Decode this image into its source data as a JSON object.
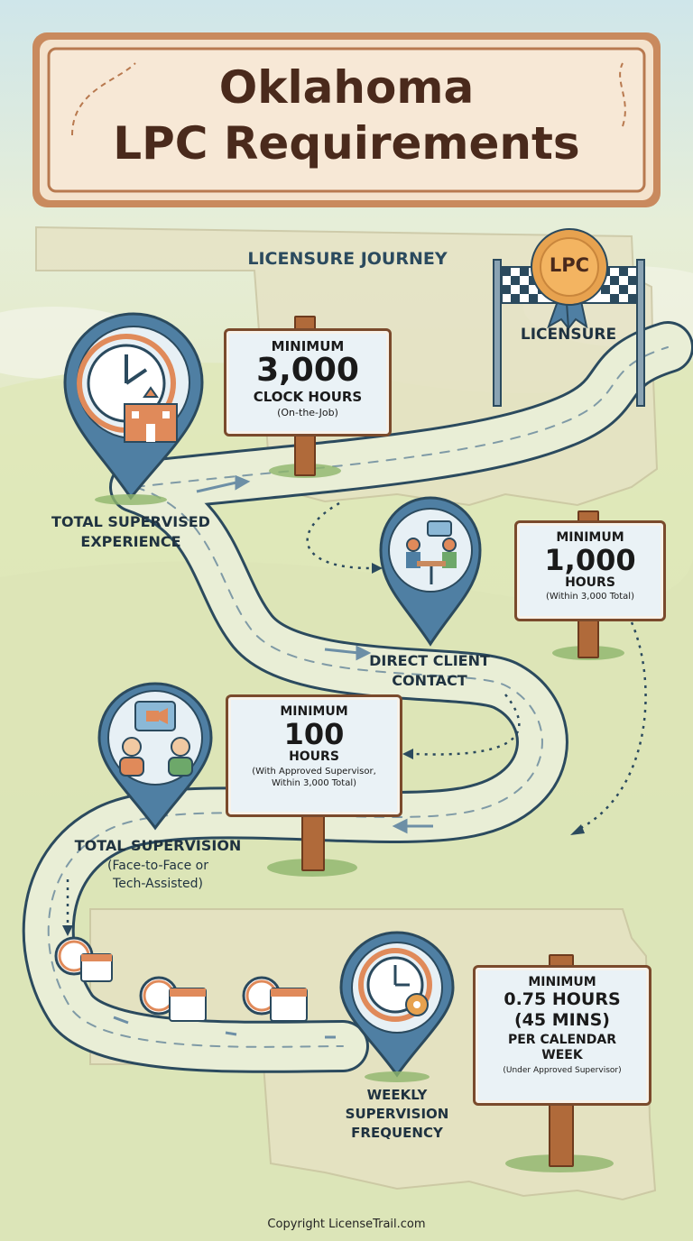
{
  "title": {
    "line1": "Oklahoma",
    "line2": "LPC Requirements"
  },
  "journey_label": "LICENSURE JOURNEY",
  "finish": {
    "badge": "LPC",
    "label": "LICENSURE"
  },
  "steps": [
    {
      "label": "TOTAL SUPERVISED\nEXPERIENCE",
      "sign": {
        "top": "MINIMUM",
        "number": "3,000",
        "unit": "CLOCK HOURS",
        "note": "(On-the-Job)"
      }
    },
    {
      "label": "DIRECT CLIENT\nCONTACT",
      "sign": {
        "top": "MINIMUM",
        "number": "1,000",
        "unit": "HOURS",
        "note": "(Within 3,000 Total)"
      }
    },
    {
      "label": "TOTAL SUPERVISION",
      "sublabel": "(Face-to-Face or\nTech-Assisted)",
      "sign": {
        "top": "MINIMUM",
        "number": "100",
        "unit": "HOURS",
        "note": "(With Approved Supervisor,\nWithin 3,000 Total)"
      }
    },
    {
      "label": "WEEKLY\nSUPERVISION\nFREQUENCY",
      "sign": {
        "top": "MINIMUM",
        "number": "0.75 HOURS\n(45 MINS)",
        "unit": "PER CALENDAR\nWEEK",
        "note": "(Under Approved Supervisor)"
      }
    }
  ],
  "copyright": "Copyright LicenseTrail.com",
  "colors": {
    "title_text": "#4a2a1c",
    "sign_border": "#7a4a2c",
    "pin_blue": "#4f7fa3",
    "clock_orange": "#e08a5a",
    "road": "#e9eed6",
    "road_edge": "#2b4a5e",
    "state_shape": "#e6e2c4"
  },
  "icons": [
    "clock-school-icon",
    "meeting-table-icon",
    "video-call-icon",
    "clock-gear-icon",
    "calendar-clock-icon",
    "checkered-flag-icon",
    "lpc-rosette-badge-icon"
  ]
}
